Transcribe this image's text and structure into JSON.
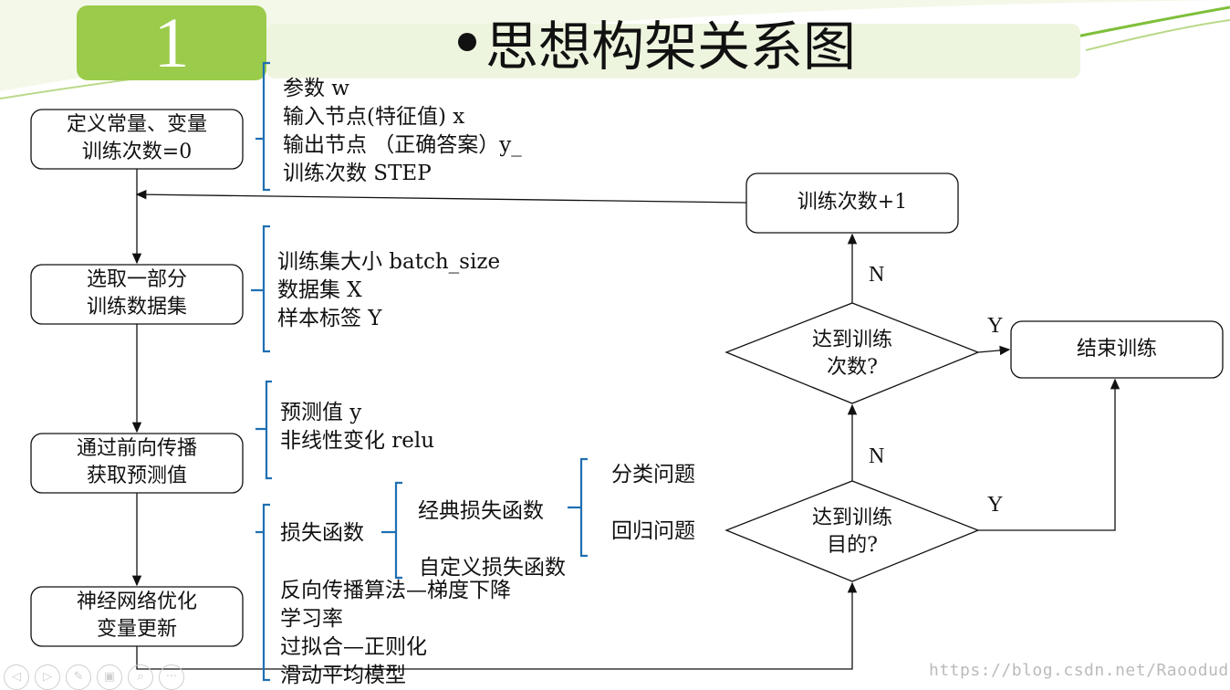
{
  "title": {
    "number": "1",
    "text": "思想构架关系图"
  },
  "nodes": {
    "define": [
      "定义常量、变量",
      "训练次数=0"
    ],
    "select": [
      "选取一部分",
      "训练数据集"
    ],
    "forward": [
      "通过前向传播",
      "获取预测值"
    ],
    "optimize": [
      "神经网络优化",
      "变量更新"
    ],
    "increment": [
      "训练次数+1"
    ],
    "check_count": [
      "达到训练",
      "次数?"
    ],
    "check_goal": [
      "达到训练",
      "目的?"
    ],
    "end": [
      "结束训练"
    ]
  },
  "params": {
    "define": [
      "参数  w",
      "输入节点(特征值) x",
      "输出节点 （正确答案）y_",
      "训练次数 STEP"
    ],
    "select": [
      "训练集大小 batch_size",
      "数据集 X",
      "样本标签 Y"
    ],
    "forward": [
      "预测值 y",
      "非线性变化 relu"
    ],
    "optimize": {
      "loss": "损失函数",
      "classic_loss": "经典损失函数",
      "custom_loss": "自定义损失函数",
      "classification": "分类问题",
      "regression": "回归问题",
      "items": [
        "反向传播算法—梯度下降",
        "学习率",
        "过拟合—正则化",
        "滑动平均模型"
      ]
    }
  },
  "edge_labels": {
    "count_no": "N",
    "count_yes": "Y",
    "goal_no": "N",
    "goal_yes": "Y"
  },
  "watermark": "https://blog.csdn.net/Raoodududu",
  "toolbar": [
    "◁",
    "▷",
    "✎",
    "▣",
    "⌕",
    "···"
  ],
  "colors": {
    "bracket": "#1f6fb2",
    "title_box": "#9acb4a",
    "title_band": "#e8f2d2",
    "line": "#111111"
  }
}
